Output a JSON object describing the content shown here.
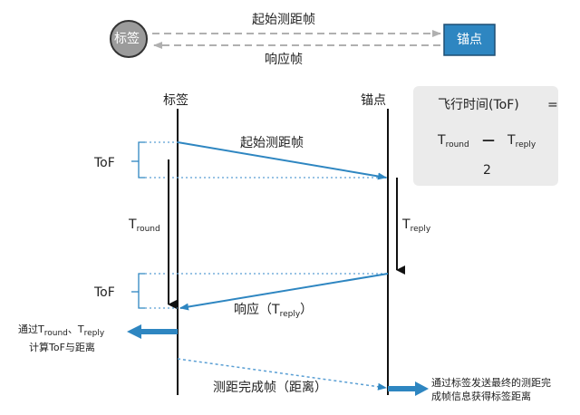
{
  "top": {
    "tag_label": "标签",
    "anchor_label": "锚点",
    "start_frame": "起始测距帧",
    "response_frame": "响应帧"
  },
  "diagram": {
    "tag_header": "标签",
    "anchor_header": "锚点",
    "msg_start": "起始测距帧",
    "msg_response": "响应（T",
    "msg_response_sub": "reply",
    "msg_response_end": "）",
    "msg_final": "测距完成帧（距离）",
    "tof_upper": "ToF",
    "tof_lower": "ToF",
    "t_round": "T",
    "t_round_sub": "round",
    "t_reply": "T",
    "t_reply_sub": "reply",
    "left_note_1a": "通过T",
    "left_note_1a_sub": "round",
    "left_note_1b": "、T",
    "left_note_1b_sub": "reply",
    "left_note_2": "计算ToF与距离",
    "right_note_1": "通过标签发送最终的测距完",
    "right_note_2": "成帧信息获得标签距离"
  },
  "formula": {
    "lhs": "飞行时间(ToF)",
    "eq": "=",
    "num_a": "T",
    "num_a_sub": "round",
    "minus": "—",
    "num_b": "T",
    "num_b_sub": "reply",
    "denominator": "2"
  },
  "colors": {
    "arrow_blue": "#2e86c1",
    "anchor_fill": "#2e86c1",
    "tag_fill": "#9b9b9b",
    "dashed_gray": "#b0b0b0",
    "formula_bg": "#ebebeb"
  }
}
